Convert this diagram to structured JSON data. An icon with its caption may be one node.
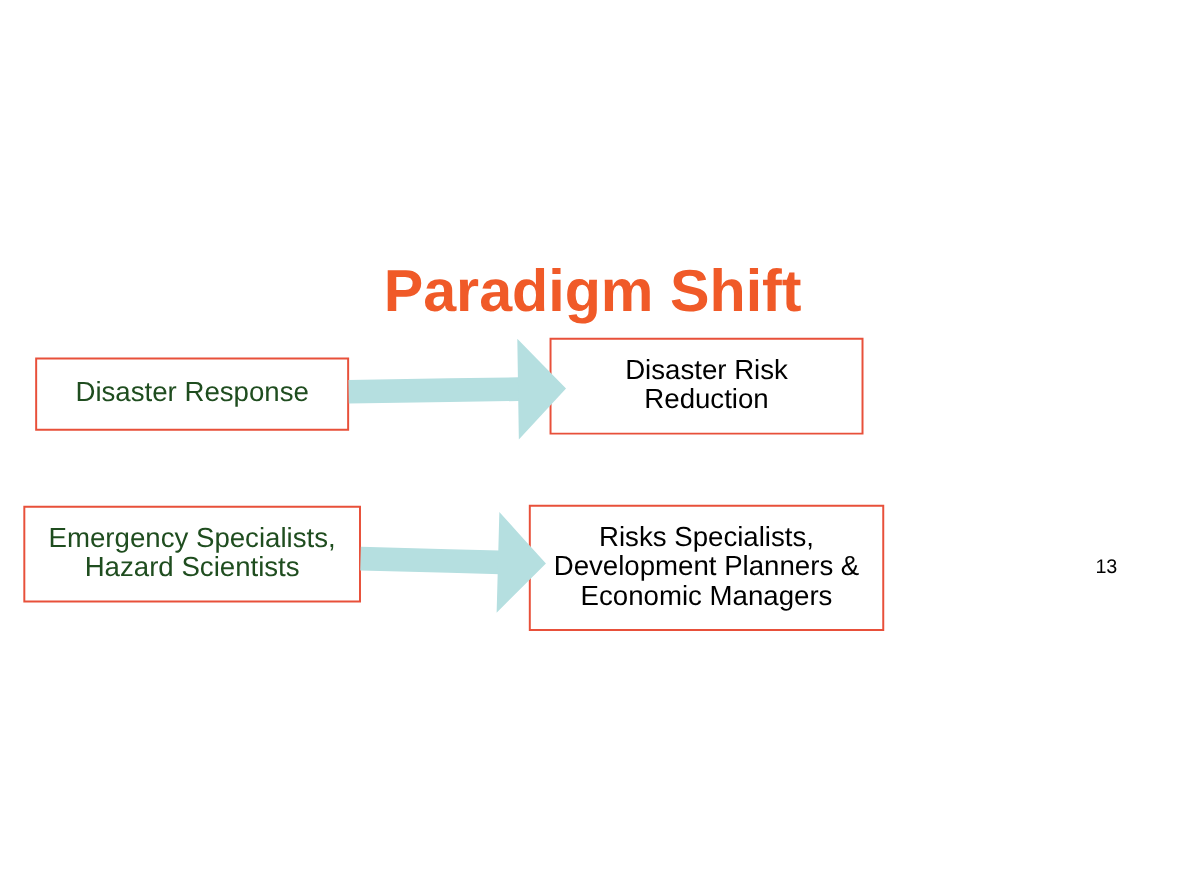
{
  "diagram": {
    "title": "Paradigm Shift",
    "nodes": [
      {
        "text": [
          "Disaster Response"
        ]
      },
      {
        "text": [
          "Emergency Specialists, Hazard Scientists"
        ]
      },
      {
        "text": [
          "Disaster Risk Reduction"
        ]
      },
      {
        "text": [
          "Risks Specialists, Development Planners & Economic Managers"
        ]
      }
    ],
    "edges": [
      {
        "from": 0,
        "to": 2,
        "arrow": "to",
        "color": "#b5dfe0"
      },
      {
        "from": 1,
        "to": 3,
        "arrow": "to",
        "color": "#b5dfe0"
      }
    ],
    "labels": [
      "13"
    ]
  }
}
